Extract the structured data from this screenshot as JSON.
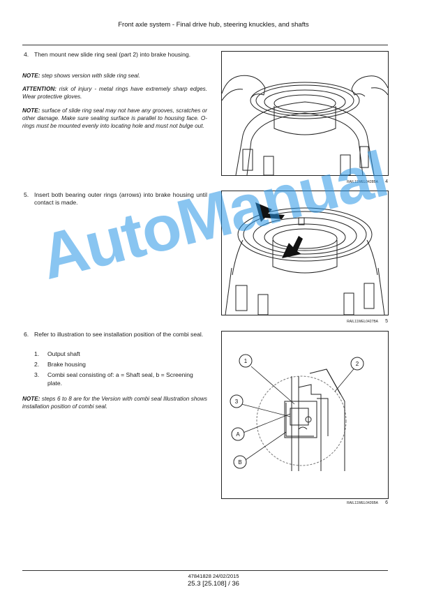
{
  "header": {
    "title": "Front axle system - Final drive hub, steering knuckles, and shafts"
  },
  "steps": [
    {
      "number": "4.",
      "text": "Then mount new slide ring seal (part 2) into brake housing.",
      "notes": [
        {
          "label": "NOTE:",
          "text": " step shows version with slide ring seal."
        },
        {
          "label": "ATTENTION:",
          "text": " risk of injury - metal rings have extremely sharp edges. Wear protective gloves."
        },
        {
          "label": "NOTE:",
          "text": " surface of slide ring seal may not have any grooves, scratches or other damage. Make sure sealing surface is parallel to housing face. O-rings must be mounted evenly into locating hole and must not bulge out."
        }
      ]
    },
    {
      "number": "5.",
      "text": "Insert both bearing outer rings (arrows) into brake housing until contact is made."
    },
    {
      "number": "6.",
      "text": "Refer to illustration to see installation position of the combi seal.",
      "items": [
        {
          "n": "1.",
          "text": "Output shaft"
        },
        {
          "n": "2.",
          "text": "Brake housing"
        },
        {
          "n": "3.",
          "text": "Combi seal consisting of: a = Shaft seal, b = Screening plate."
        }
      ],
      "notes": [
        {
          "label": "NOTE:",
          "text": " steps 6 to 8 are for the Version with combi seal Illustration shows installation position of combi seal."
        }
      ]
    }
  ],
  "figures": [
    {
      "code": "RAIL11WEL0428BA",
      "number": "4"
    },
    {
      "code": "RAIL11WEL0427BA",
      "number": "5"
    },
    {
      "code": "RAIL11WEL0426BA",
      "number": "6",
      "callouts": [
        "1",
        "2",
        "3",
        "A",
        "B"
      ]
    }
  ],
  "watermark": "AutoManual",
  "footer": {
    "doc": "47841828 24/02/2015",
    "page": "25.3 [25.108] / 36"
  }
}
